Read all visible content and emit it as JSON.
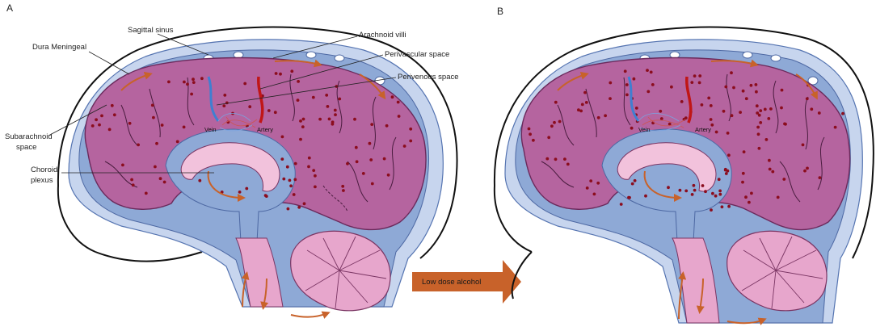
{
  "panels": [
    {
      "letter": "A",
      "labels": {
        "sagittal_sinus": "Sagittal sinus",
        "arachnoid_villi": "Arachnoid villi",
        "dura_meningeal": "Dura Meningeal",
        "perivascular_space": "Perivascular space",
        "perivenous_space": "Perivenous space",
        "subarachnoid_line1": "Subarachnoid",
        "subarachnoid_line2": "space",
        "choroid_line1": "Choroid",
        "choroid_line2": "plexus",
        "vein": "Vein",
        "artery": "Artery"
      }
    },
    {
      "letter": "B",
      "labels": {
        "vein": "Vein",
        "artery": "Artery"
      }
    }
  ],
  "transition_arrow": {
    "label": "Low dose alcohol",
    "color": "#c8622a"
  },
  "colors": {
    "csf_blue": "#8ea9d6",
    "outer_blue": "#c7d5ee",
    "brain_purple": "#b5649f",
    "brain_edge": "#6b2a5c",
    "cerebellum_pink": "#e7a6cc",
    "flow_arrow": "#c8622a",
    "dots": "#8b0d1e",
    "vein_blue": "#3f7fd1",
    "artery_red": "#c01616"
  }
}
